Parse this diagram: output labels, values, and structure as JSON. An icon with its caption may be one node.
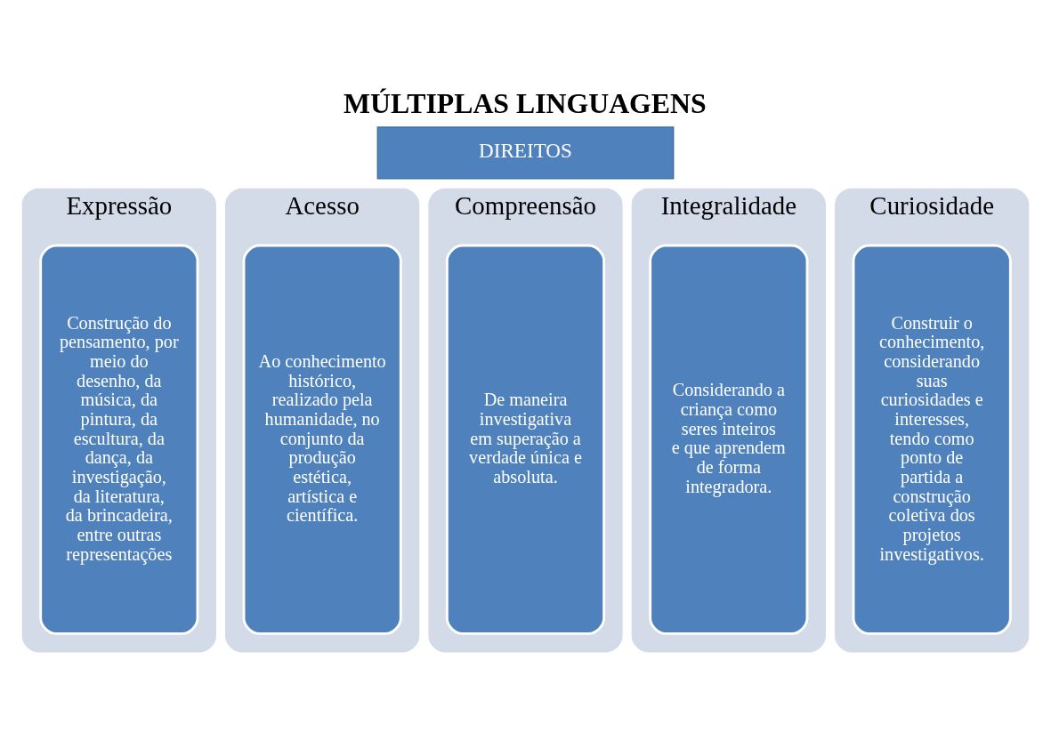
{
  "diagram": {
    "title": "MÚLTIPLAS LINGUAGENS",
    "nodes": [
      {
        "text": [
          "DIREITOS"
        ]
      },
      {
        "text": [
          "Expressão"
        ]
      },
      {
        "text": [
          "Construção do pensamento, por meio do desenho, da música, da pintura, da escultura, da dança, da investigação, da literatura, da brincadeira, entre outras representações"
        ],
        "in": 1
      },
      {
        "text": [
          "Acesso"
        ]
      },
      {
        "text": [
          "Ao conhecimento histórico, realizado pela humanidade, no conjunto da produção estética, artística e científica."
        ],
        "in": 3
      },
      {
        "text": [
          "Compreensão"
        ]
      },
      {
        "text": [
          "De maneira investigativa em superação a verdade única e absoluta."
        ],
        "in": 5
      },
      {
        "text": [
          "Integralidade"
        ]
      },
      {
        "text": [
          "Considerando a criança como seres inteiros e que aprendem de forma integradora."
        ],
        "in": 7
      },
      {
        "text": [
          "Curiosidade"
        ]
      },
      {
        "text": [
          "Construir o conhecimento, considerando suas curiosidades e interesses, tendo como ponto de partida a construção coletiva dos projetos investigativos."
        ],
        "in": 9
      }
    ],
    "edges": []
  }
}
